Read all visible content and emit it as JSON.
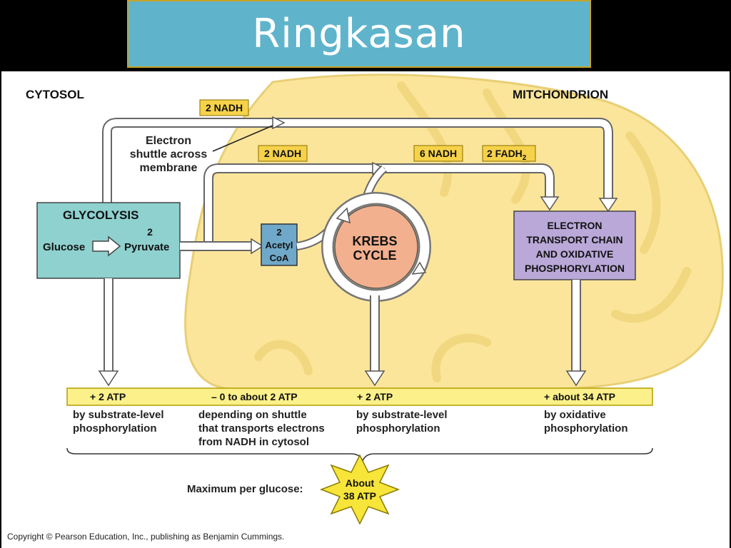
{
  "slide": {
    "title": "Ringkasan"
  },
  "regions": {
    "cytosol": "CYTOSOL",
    "mitochondrion": "MITCHONDRION"
  },
  "carriers": {
    "nadh_shuttle": "2 NADH",
    "nadh_pyruvate": "2 NADH",
    "nadh_krebs": "6 NADH",
    "fadh_krebs": "2 FADH",
    "fadh_sub": "2"
  },
  "shuttle_label": [
    "Electron",
    "shuttle across",
    "membrane"
  ],
  "glycolysis": {
    "title": "GLYCOLYSIS",
    "glucose": "Glucose",
    "pyruvate_count": "2",
    "pyruvate": "Pyruvate"
  },
  "acetyl": {
    "count": "2",
    "name": "Acetyl",
    "coa": "CoA"
  },
  "krebs": {
    "line1": "KREBS",
    "line2": "CYCLE"
  },
  "etc": {
    "lines": [
      "ELECTRON",
      "TRANSPORT CHAIN",
      "AND OXIDATIVE",
      "PHOSPHORYLATION"
    ]
  },
  "atp_bar": {
    "glycolysis": "+ 2 ATP",
    "shuttle": "– 0 to about 2 ATP",
    "krebs": "+ 2 ATP",
    "oxidative": "+ about 34 ATP"
  },
  "atp_notes": {
    "glycolysis": [
      "by substrate-level",
      "phosphorylation"
    ],
    "shuttle": [
      "depending on shuttle",
      "that transports electrons",
      "from NADH in cytosol"
    ],
    "krebs": [
      "by substrate-level",
      "phosphorylation"
    ],
    "oxidative": [
      "by oxidative",
      "phosphorylation"
    ]
  },
  "maximum": {
    "label": "Maximum per glucose:",
    "line1": "About",
    "line2": "38 ATP"
  },
  "copyright": "Copyright © Pearson Education, Inc., publishing as Benjamin Cummings.",
  "colors": {
    "title_bg": "#5fb4cb",
    "mito": "#fbe59a",
    "glycolysis": "#8ed1cf",
    "acetyl": "#6fa8c8",
    "krebs": "#f3b08e",
    "etc": "#b9a8d8",
    "nadh_box": "#f6d24a",
    "atp_bar": "#fbf08a",
    "starburst": "#f7e53a"
  }
}
